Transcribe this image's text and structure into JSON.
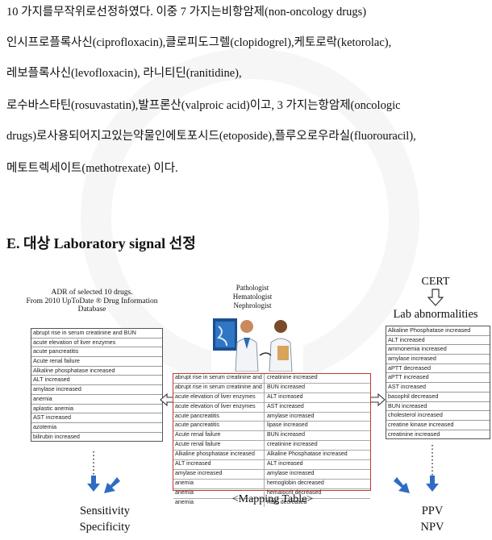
{
  "paragraph": [
    "10 가지를무작위로선정하였다.  이중  7 가지는비항암제(non-oncology drugs)",
    "인시프로플록사신(ciprofloxacin),클로피도그렐(clopidogrel),케토로락(ketorolac),",
    "레보플록사신(levofloxacin),  라니티딘(ranitidine),",
    "로수바스타틴(rosuvastatin),발프론산(valproic acid)이고, 3 가지는항암제(oncologic",
    "drugs)로사용되어지고있는약물인에토포시드(etoposide),플루오로우라실(fluorouracil),",
    "메토트렉세이트(methotrexate)  이다."
  ],
  "heading": "E.  대상  Laboratory signal  선정",
  "figure": {
    "adr_title_lines": [
      "ADR of selected 10 drugs.",
      "From 2010 UpToDate ® Drug Information",
      "Database"
    ],
    "adr_list": [
      "abrupt rise in serum creatinine and BUN",
      "acute elevation of liver enzymes",
      "acute pancreatitis",
      "Acute renal failure",
      "Alkaline phosphatase increased",
      "ALT increased",
      "amylase increased",
      "anemia",
      "aplastic anemia",
      "AST increased",
      "azotemia",
      "bilirubin increased"
    ],
    "experts": [
      "Pathologist",
      "Hematologist",
      "Nephrologist"
    ],
    "cert_label": "CERT",
    "lab_title": "Lab abnormalities",
    "lab_list": [
      "Alkaline Phosphatase increased",
      "ALT increased",
      "ammonemia increased",
      "amylase increased",
      "aPTT decreased",
      "aPTT increased",
      "AST increased",
      "basophil decreased",
      "BUN increased",
      "cholesterol increased",
      "creatine kinase increased",
      "creatinine increased"
    ],
    "mapping_rows": [
      [
        "abrupt rise in serum creatinine and BUN",
        "creatinine increased"
      ],
      [
        "abrupt rise in serum creatinine and BUN",
        "BUN increased"
      ],
      [
        "acute elevation of liver enzymes",
        "ALT increased"
      ],
      [
        "acute elevation of liver enzymes",
        "AST increased"
      ],
      [
        "acute pancreatitis",
        "amylase increased"
      ],
      [
        "acute pancreatitis",
        "lipase increased"
      ],
      [
        "Acute renal failure",
        "BUN increased"
      ],
      [
        "Acute renal failure",
        "creatinine increased"
      ],
      [
        "Alkaline phosphatase increased",
        "Alkaline Phosphatase increased"
      ],
      [
        "ALT increased",
        "ALT increased"
      ],
      [
        "amylase increased",
        "amylase increased"
      ],
      [
        "anemia",
        "hemoglobin decreased"
      ],
      [
        "anemia",
        "hematocrit decreased"
      ],
      [
        "anemia",
        "RBC decreased"
      ]
    ],
    "mapping_caption": "<Mapping Table>",
    "left_metrics": [
      "Sensitivity",
      "Specificity"
    ],
    "right_metrics": [
      "PPV",
      "NPV"
    ]
  }
}
